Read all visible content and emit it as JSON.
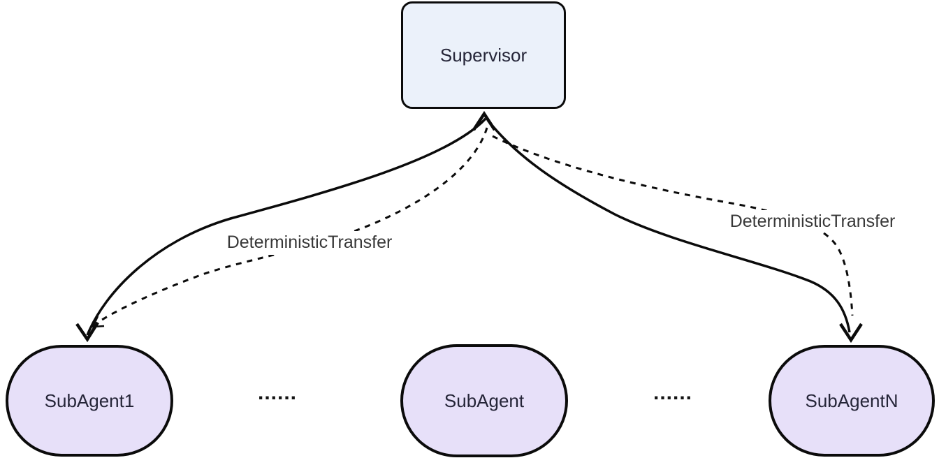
{
  "diagram": {
    "nodes": {
      "supervisor": {
        "label": "Supervisor",
        "shape": "rounded-rectangle"
      },
      "subagent1": {
        "label": "SubAgent1",
        "shape": "stadium"
      },
      "subagent": {
        "label": "SubAgent",
        "shape": "stadium"
      },
      "subagentn": {
        "label": "SubAgentN",
        "shape": "stadium"
      }
    },
    "ellipsis": {
      "left": "......",
      "right": "......"
    },
    "edge_labels": {
      "left": "DeterministicTransfer",
      "right": "DeterministicTransfer"
    },
    "edges": [
      {
        "from": "Supervisor",
        "to": "SubAgent1",
        "style": "solid",
        "label": ""
      },
      {
        "from": "Supervisor",
        "to": "SubAgentN",
        "style": "solid",
        "label": ""
      },
      {
        "from": "Supervisor",
        "to": "SubAgent1",
        "style": "dashed",
        "label": "DeterministicTransfer"
      },
      {
        "from": "Supervisor",
        "to": "SubAgentN",
        "style": "dashed",
        "label": "DeterministicTransfer"
      }
    ],
    "colors": {
      "background": "#ffffff",
      "supervisor_fill": "#EBF1FA",
      "subagent_fill": "#E7E0F9",
      "node_border": "#0b0b0b",
      "edge_stroke": "#0b0b0b",
      "node_text": "#252538",
      "edge_label_text": "#383838"
    }
  }
}
